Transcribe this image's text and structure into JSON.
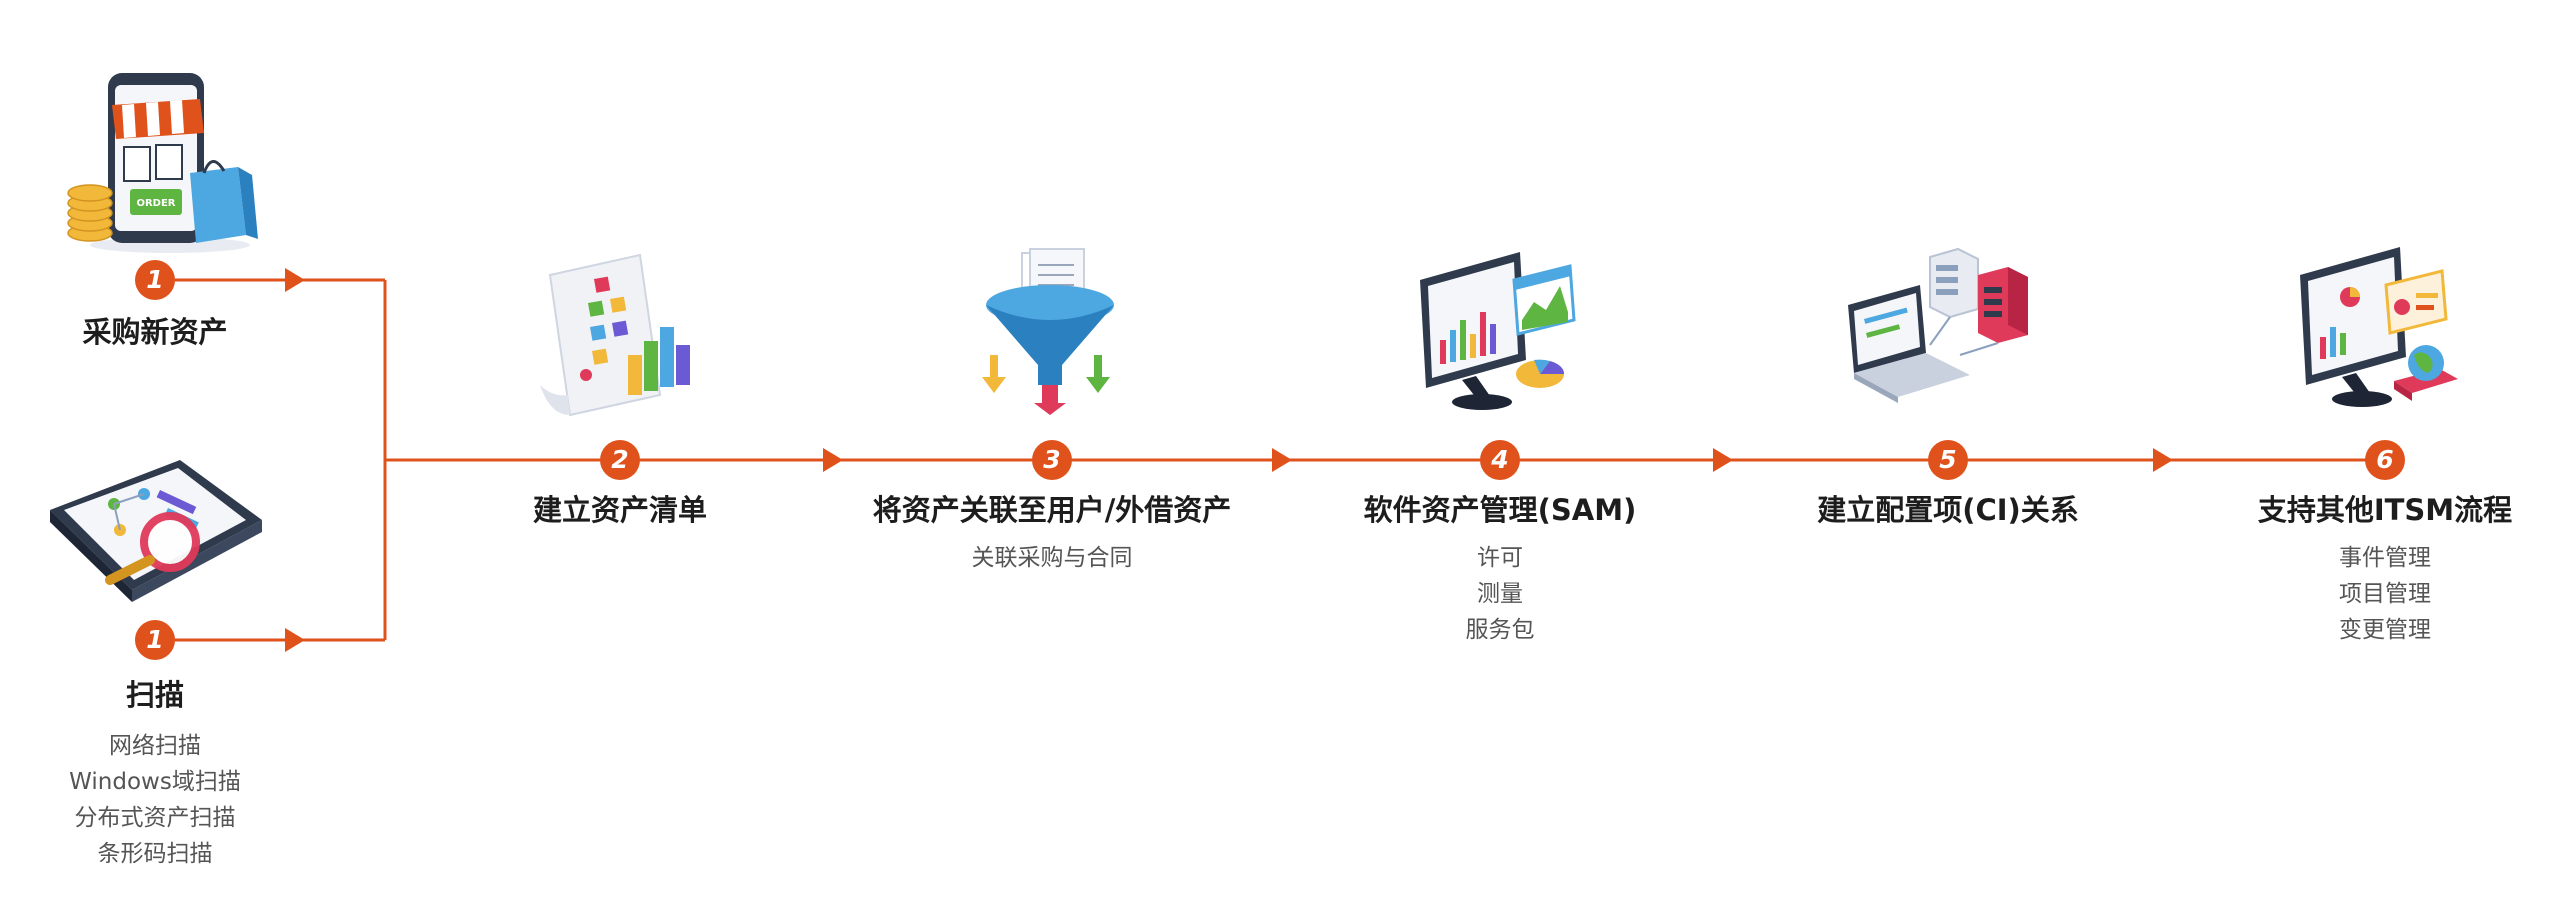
{
  "steps": [
    {
      "id": "purchase",
      "badge": "1",
      "title": "采购新资产",
      "lines": []
    },
    {
      "id": "scan",
      "badge": "1",
      "title": "扫描",
      "lines": [
        "网络扫描",
        "Windows域扫描",
        "分布式资产扫描",
        "条形码扫描"
      ]
    },
    {
      "id": "inventory",
      "badge": "2",
      "title": "建立资产清单",
      "lines": []
    },
    {
      "id": "associate",
      "badge": "3",
      "title": "将资产关联至用户/外借资产",
      "lines": [
        "关联采购与合同"
      ]
    },
    {
      "id": "sam",
      "badge": "4",
      "title": "软件资产管理(SAM)",
      "lines": [
        "许可",
        "测量",
        "服务包"
      ]
    },
    {
      "id": "ci",
      "badge": "5",
      "title": "建立配置项(CI)关系",
      "lines": []
    },
    {
      "id": "itsm",
      "badge": "6",
      "title": "支持其他ITSM流程",
      "lines": [
        "事件管理",
        "项目管理",
        "变更管理"
      ]
    }
  ],
  "colors": {
    "accent": "#e0521c",
    "title_text": "#1d1d1d",
    "sub_text": "#555555"
  },
  "icons": [
    "shop-order-phone-icon",
    "tablet-magnifier-icon",
    "document-chart-icon",
    "funnel-documents-icon",
    "monitor-analytics-icon",
    "laptop-server-icon",
    "monitor-globe-icon"
  ]
}
